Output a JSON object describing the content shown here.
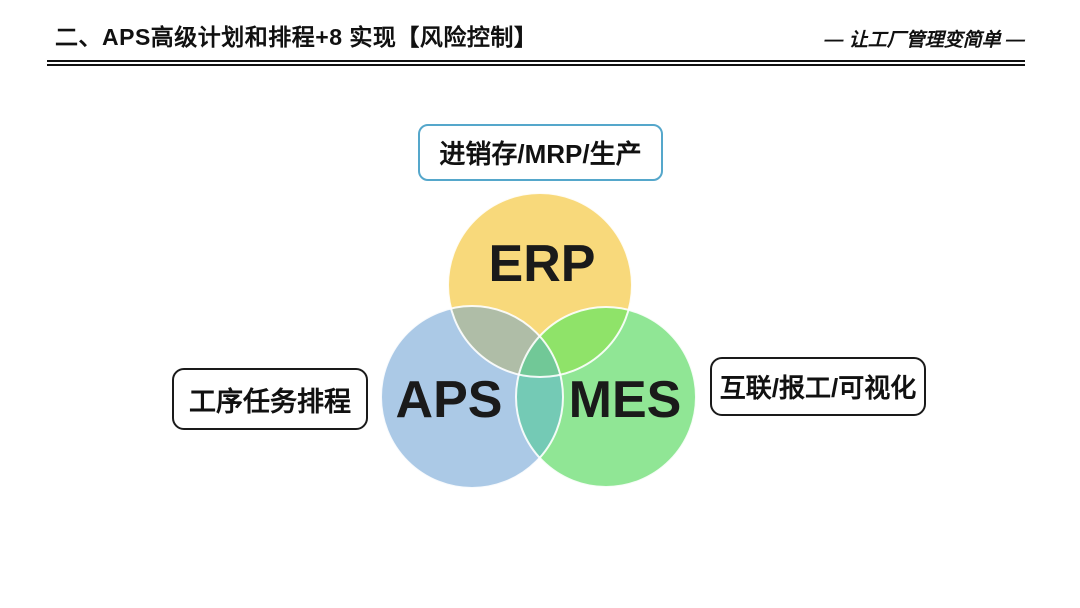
{
  "header": {
    "title": "二、APS高级计划和排程+8 实现【风险控制】",
    "slogan": "— 让工厂管理变简单 —"
  },
  "diagram": {
    "type": "venn",
    "circles": [
      {
        "id": "erp",
        "label": "ERP",
        "color": "#F8D97B"
      },
      {
        "id": "aps",
        "label": "APS",
        "color": "#ABC9E6"
      },
      {
        "id": "mes",
        "label": "MES",
        "color": "#90E695"
      }
    ],
    "overlap_colors": {
      "erp_aps": "#AFBDA7",
      "erp_mes": "#8FE369",
      "aps_mes": "#74CAB5",
      "erp_aps_mes": "#71C897"
    },
    "callouts": [
      {
        "target": "ERP",
        "text": "进销存/MRP/生产",
        "border_color": "#55A7CB"
      },
      {
        "target": "APS",
        "text": "工序任务排程",
        "border_color": "#1A1A1A"
      },
      {
        "target": "MES",
        "text": "互联/报工/可视化",
        "border_color": "#1A1A1A"
      }
    ]
  }
}
